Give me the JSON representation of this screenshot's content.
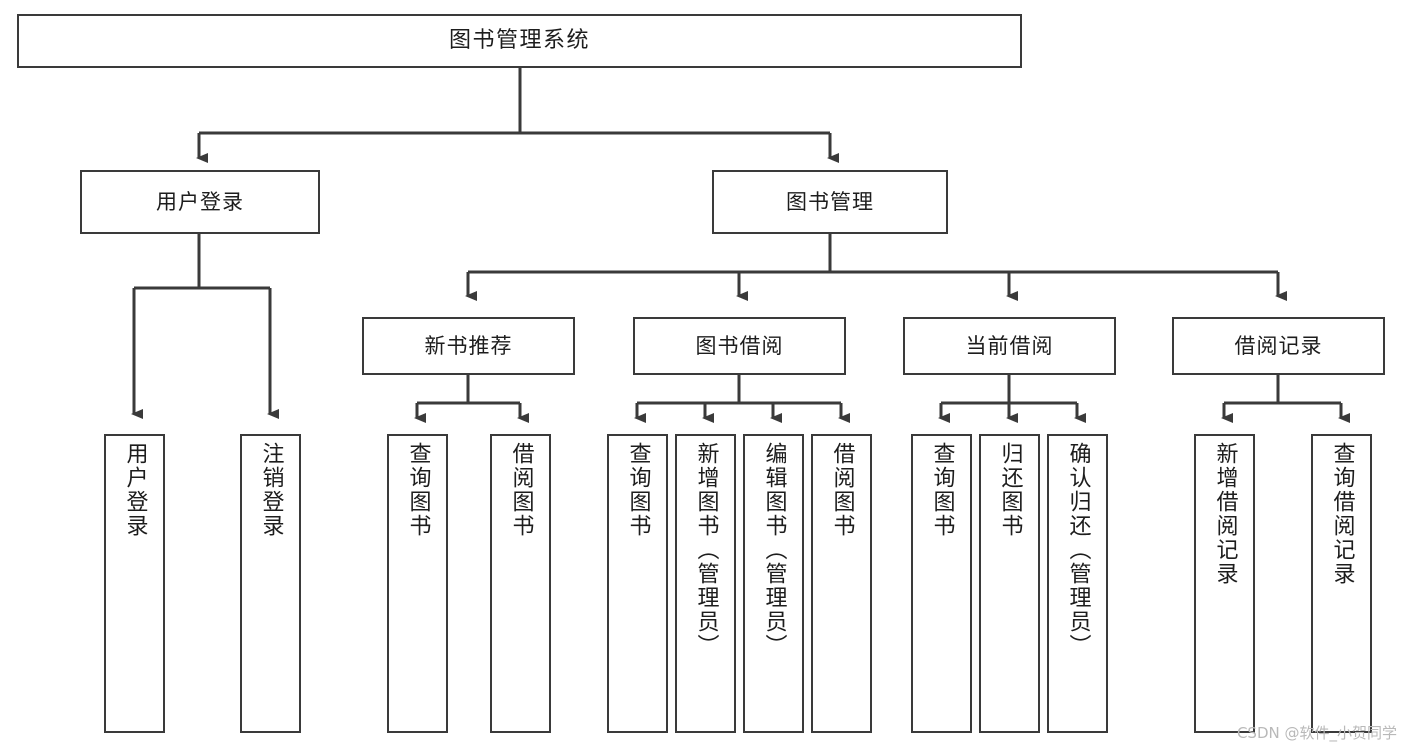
{
  "diagram": {
    "type": "tree-hierarchy",
    "title": "图书管理系统",
    "orientation": "top-down",
    "stroke_color": "#3a3a3a",
    "fill_color": "#ffffff",
    "text_color": "#1d1d1d"
  },
  "nodes": {
    "root": {
      "label": "图书管理系统",
      "level": 0
    },
    "level1": [
      {
        "id": "user-login",
        "label": "用户登录",
        "level": 1
      },
      {
        "id": "book-manage",
        "label": "图书管理",
        "level": 1
      }
    ],
    "level2": [
      {
        "id": "new-book-recommend",
        "label": "新书推荐",
        "level": 2,
        "parent": "book-manage"
      },
      {
        "id": "book-borrow",
        "label": "图书借阅",
        "level": 2,
        "parent": "book-manage"
      },
      {
        "id": "current-borrow",
        "label": "当前借阅",
        "level": 2,
        "parent": "book-manage"
      },
      {
        "id": "borrow-record",
        "label": "借阅记录",
        "level": 2,
        "parent": "book-manage"
      }
    ],
    "leaves": [
      {
        "id": "leaf-user-login",
        "label": "用户登录",
        "parent": "user-login"
      },
      {
        "id": "leaf-user-logout",
        "label": "注销登录",
        "parent": "user-login"
      },
      {
        "id": "leaf-query-book-1",
        "label": "查询图书",
        "parent": "new-book-recommend"
      },
      {
        "id": "leaf-borrow-book-1",
        "label": "借阅图书",
        "parent": "new-book-recommend"
      },
      {
        "id": "leaf-query-book-2",
        "label": "查询图书",
        "parent": "book-borrow"
      },
      {
        "id": "leaf-add-book",
        "label": "新增图书（管理员）",
        "parent": "book-borrow"
      },
      {
        "id": "leaf-edit-book",
        "label": "编辑图书（管理员）",
        "parent": "book-borrow"
      },
      {
        "id": "leaf-borrow-book-2",
        "label": "借阅图书",
        "parent": "book-borrow"
      },
      {
        "id": "leaf-query-book-3",
        "label": "查询图书",
        "parent": "current-borrow"
      },
      {
        "id": "leaf-return-book",
        "label": "归还图书",
        "parent": "current-borrow"
      },
      {
        "id": "leaf-confirm-return",
        "label": "确认归还（管理员）",
        "parent": "current-borrow"
      },
      {
        "id": "leaf-add-record",
        "label": "新增借阅记录",
        "parent": "borrow-record"
      },
      {
        "id": "leaf-query-record",
        "label": "查询借阅记录",
        "parent": "borrow-record"
      }
    ]
  },
  "watermark": {
    "text": "CSDN @软件_小贺同学"
  }
}
